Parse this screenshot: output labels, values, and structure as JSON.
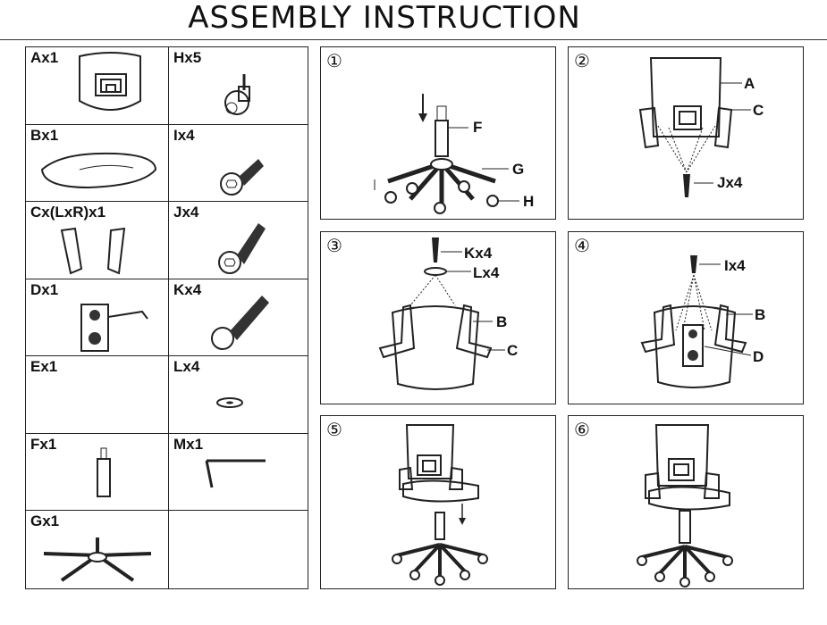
{
  "title": "ASSEMBLY INSTRUCTION",
  "parts": [
    {
      "label": "Ax1",
      "icon": "backrest"
    },
    {
      "label": "Hx5",
      "icon": "caster"
    },
    {
      "label": "Bx1",
      "icon": "seat"
    },
    {
      "label": "Ix4",
      "icon": "bolt"
    },
    {
      "label": "Cx(LxR)x1",
      "icon": "armrests"
    },
    {
      "label": "Jx4",
      "icon": "bolt"
    },
    {
      "label": "Dx1",
      "icon": "mechanism"
    },
    {
      "label": "Kx4",
      "icon": "long-bolt"
    },
    {
      "label": "Ex1",
      "icon": "blank"
    },
    {
      "label": "Lx4",
      "icon": "washer"
    },
    {
      "label": "Fx1",
      "icon": "gas-lift"
    },
    {
      "label": "Mx1",
      "icon": "allen-key"
    },
    {
      "label": "Gx1",
      "icon": "base"
    },
    {
      "label": "",
      "icon": "blank"
    }
  ],
  "steps": [
    {
      "number": "①",
      "labels": [
        "F",
        "G",
        "H"
      ]
    },
    {
      "number": "②",
      "labels": [
        "A",
        "C",
        "Jx4"
      ]
    },
    {
      "number": "③",
      "labels": [
        "Kx4",
        "Lx4",
        "B",
        "C"
      ]
    },
    {
      "number": "④",
      "labels": [
        "Ix4",
        "B",
        "D"
      ]
    },
    {
      "number": "⑤",
      "labels": []
    },
    {
      "number": "⑥",
      "labels": []
    }
  ]
}
